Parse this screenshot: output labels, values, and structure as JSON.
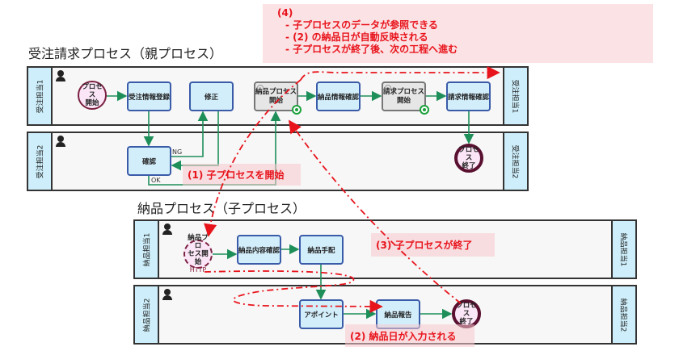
{
  "note": {
    "heading": "(4)",
    "lines": [
      "- 子プロセスのデータが参照できる",
      "- (2) の納品日が自動反映される",
      "- 子プロセスが終了後、次の工程へ進む"
    ]
  },
  "parent": {
    "title": "受注請求プロセス（親プロセス）",
    "lanes": [
      "受注担当1",
      "受注担当2"
    ],
    "nodes": {
      "start": [
        "プロセス",
        "開始"
      ],
      "register": "受注情報登録",
      "fix": "修正",
      "delivery_start": [
        "納品プロセス",
        "開始"
      ],
      "delivery_check": "納品情報確認",
      "billing_start": [
        "請求プロセス",
        "開始"
      ],
      "billing_check": "請求情報確認",
      "confirm": "確認",
      "end": [
        "プロセス",
        "終了"
      ]
    },
    "edge_labels": {
      "ng": "NG",
      "ok": "OK"
    }
  },
  "child": {
    "title": "納品プロセス（子プロセス）",
    "lanes": [
      "納品担当1",
      "納品担当2"
    ],
    "nodes": {
      "start": [
        "納品プロ",
        "セス開始"
      ],
      "start_sub": "HTTP",
      "content_check": "納品内容確認",
      "arrange": "納品手配",
      "appoint": "アポイント",
      "report": "納品報告",
      "end": [
        "プロセス",
        "終了"
      ]
    }
  },
  "callouts": {
    "c1": "(1) 子プロセスを開始",
    "c2": "(2) 納品日が入力される",
    "c3": "(3) 子プロセスが終了"
  },
  "colors": {
    "flow": "#1f8f5a",
    "annotation": "#e8141c",
    "task": "#d3eefb",
    "lane_header": "#cdeefa"
  }
}
